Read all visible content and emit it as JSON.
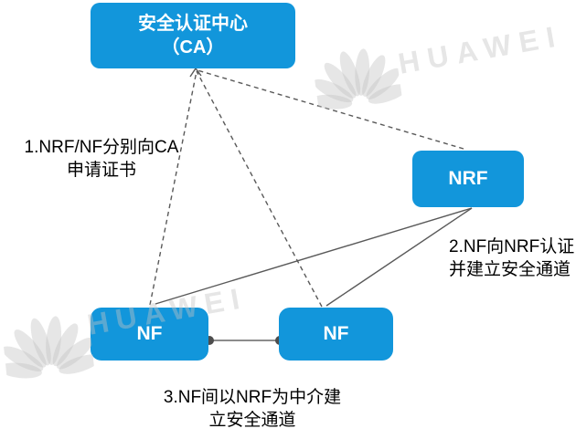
{
  "diagram": {
    "nodes": {
      "ca": {
        "label_line1": "安全认证中心",
        "label_line2": "（CA）"
      },
      "nrf": {
        "label": "NRF"
      },
      "nf_left": {
        "label": "NF"
      },
      "nf_right": {
        "label": "NF"
      }
    },
    "annotations": {
      "step1": {
        "line1": "1.NRF/NF分别向CA",
        "line2": "申请证书"
      },
      "step2": {
        "line1": "2.NF向NRF认证",
        "line2": "并建立安全通道"
      },
      "step3": {
        "line1": "3.NF间以NRF为中介建",
        "line2": "立安全通道"
      }
    },
    "edges": [
      {
        "from": "nf_left",
        "to": "ca",
        "style": "dashed",
        "arrow": "at-ca"
      },
      {
        "from": "nf_right",
        "to": "ca",
        "style": "dashed",
        "arrow": "at-ca"
      },
      {
        "from": "nrf",
        "to": "ca",
        "style": "dashed",
        "arrow": "at-ca"
      },
      {
        "from": "nf_left",
        "to": "nrf",
        "style": "solid",
        "arrow": "none"
      },
      {
        "from": "nf_right",
        "to": "nrf",
        "style": "solid",
        "arrow": "none"
      },
      {
        "from": "nf_left",
        "to": "nf_right",
        "style": "solid-dot-endpoints",
        "arrow": "none"
      }
    ],
    "colors": {
      "node_fill": "#1296db",
      "node_text": "#ffffff",
      "dashed_line": "#595959",
      "solid_line": "#595959",
      "nf_connector_line": "#8c8c8c",
      "connector_dot": "#4d4d4d",
      "annotation_text": "#000000",
      "watermark": "#e9e9e9"
    }
  },
  "watermark": {
    "brand_text": "HUAWEI"
  }
}
